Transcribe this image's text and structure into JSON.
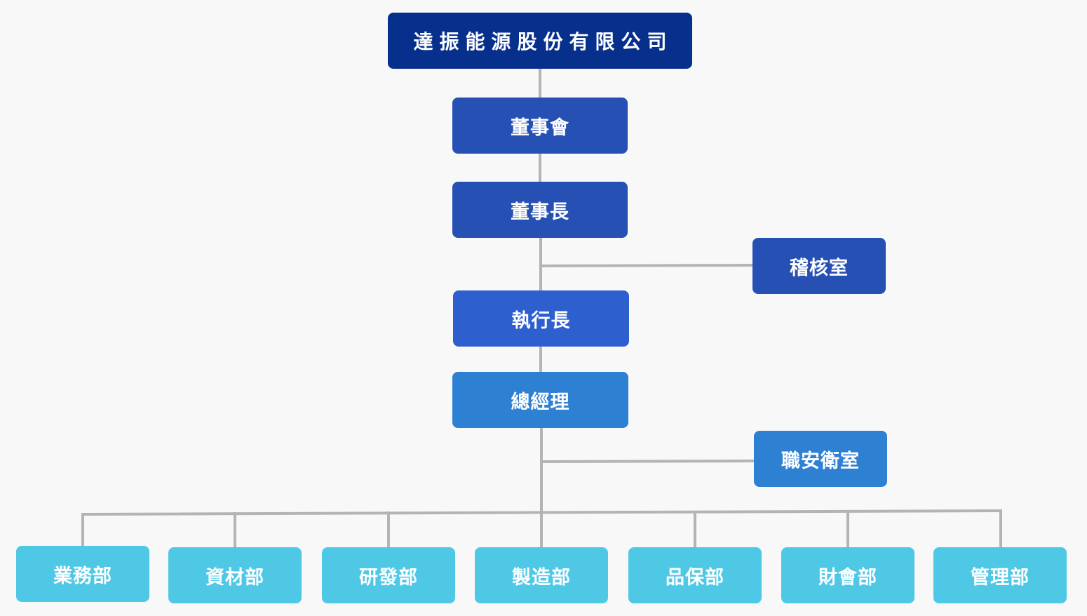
{
  "company": {
    "name": "達振能源股份有限公司"
  },
  "levels": {
    "board": "董事會",
    "chairman": "董事長",
    "audit": "稽核室",
    "ceo": "執行長",
    "general_manager": "總經理",
    "safety": "職安衛室"
  },
  "departments": [
    "業務部",
    "資材部",
    "研發部",
    "製造部",
    "品保部",
    "財會部",
    "管理部"
  ],
  "colors": {
    "company": "#072f8c",
    "board_level": "#2650b3",
    "ceo": "#2d5fce",
    "general_manager_level": "#2e80d2",
    "departments": "#4fc8e6",
    "connector": "#b4b4b4",
    "background": "#f8f8f8"
  }
}
